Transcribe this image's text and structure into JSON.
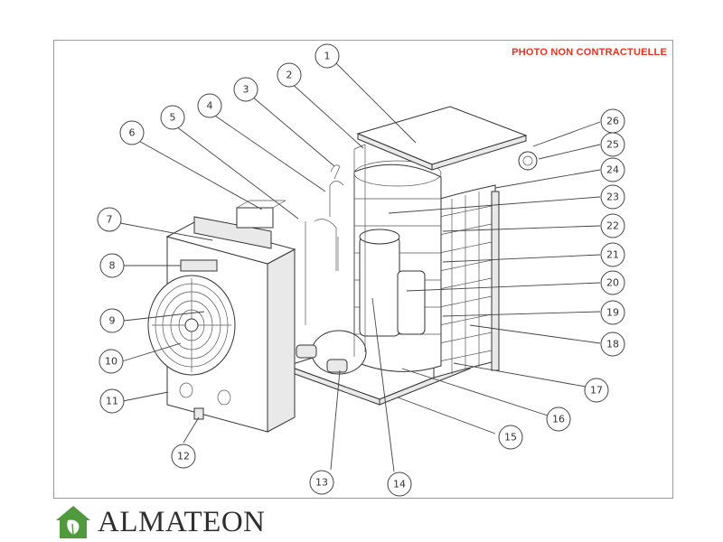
{
  "disclaimer": "PHOTO NON CONTRACTUELLE",
  "brand": {
    "name": "ALMATEON",
    "logo_icon": "house-leaf-icon",
    "logo_color": "#4f9a3c"
  },
  "callouts": [
    "1",
    "2",
    "3",
    "4",
    "5",
    "6",
    "7",
    "8",
    "9",
    "10",
    "11",
    "12",
    "13",
    "14",
    "15",
    "16",
    "17",
    "18",
    "19",
    "20",
    "21",
    "22",
    "23",
    "24",
    "25",
    "26"
  ],
  "colors": {
    "disclaimer": "#e8321e",
    "line": "#333333"
  }
}
